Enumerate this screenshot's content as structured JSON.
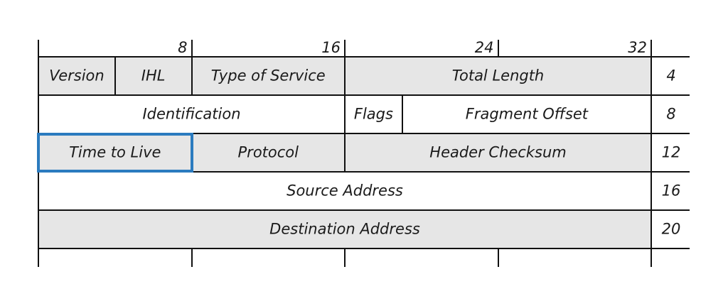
{
  "ruler": {
    "bit_labels": [
      "8",
      "16",
      "24",
      "32"
    ]
  },
  "rows": [
    {
      "offset": "4",
      "fields": [
        {
          "label": "Version",
          "start": 0,
          "end": 4,
          "shaded": true
        },
        {
          "label": "IHL",
          "start": 4,
          "end": 8,
          "shaded": true
        },
        {
          "label": "Type of Service",
          "start": 8,
          "end": 16,
          "shaded": true
        },
        {
          "label": "Total Length",
          "start": 16,
          "end": 32,
          "shaded": true
        }
      ]
    },
    {
      "offset": "8",
      "fields": [
        {
          "label": "Identification",
          "start": 0,
          "end": 16,
          "shaded": false
        },
        {
          "label": "Flags",
          "start": 16,
          "end": 19,
          "shaded": false
        },
        {
          "label": "Fragment Offset",
          "start": 19,
          "end": 32,
          "shaded": false
        }
      ]
    },
    {
      "offset": "12",
      "fields": [
        {
          "label": "Time to Live",
          "start": 0,
          "end": 8,
          "shaded": true,
          "highlighted": true
        },
        {
          "label": "Protocol",
          "start": 8,
          "end": 16,
          "shaded": true
        },
        {
          "label": "Header Checksum",
          "start": 16,
          "end": 32,
          "shaded": true
        }
      ]
    },
    {
      "offset": "16",
      "fields": [
        {
          "label": "Source Address",
          "start": 0,
          "end": 32,
          "shaded": false
        }
      ]
    },
    {
      "offset": "20",
      "fields": [
        {
          "label": "Destination Address",
          "start": 0,
          "end": 32,
          "shaded": true
        }
      ]
    }
  ],
  "colors": {
    "shaded_fill": "#e6e6e6",
    "plain_fill": "#ffffff",
    "highlight": "#2b7bbf",
    "line": "#111111"
  }
}
